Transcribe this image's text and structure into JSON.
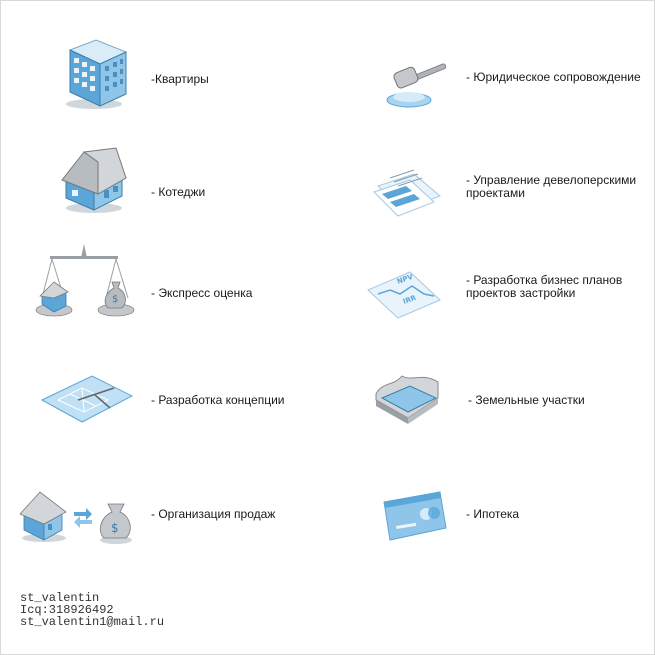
{
  "items": [
    {
      "label": "-Квартиры",
      "icon": "apartment-building-icon"
    },
    {
      "label": "- Юридическое сопровождение",
      "icon": "gavel-icon"
    },
    {
      "label": "- Котеджи",
      "icon": "cottage-house-icon"
    },
    {
      "label": "- Управление девелоперскими проектами",
      "icon": "documents-icon"
    },
    {
      "label": "- Экспресс оценка",
      "icon": "scales-icon"
    },
    {
      "label": "- Разработка бизнес планов проектов застройки",
      "icon": "npv-irr-chart-icon",
      "badge1": "NPV",
      "badge2": "IRR"
    },
    {
      "label": "- Разработка концепции",
      "icon": "blueprint-icon"
    },
    {
      "label": "- Земельные участки",
      "icon": "land-plot-icon"
    },
    {
      "label": "- Организация продаж",
      "icon": "house-money-exchange-icon"
    },
    {
      "label": "- Ипотека",
      "icon": "bank-card-icon"
    }
  ],
  "signature": {
    "name": "st_valentin",
    "icq": "Icq:318926492",
    "email": "st_valentin1@mail.ru"
  },
  "colors": {
    "icon_blue": "#5aa6d8",
    "icon_light_blue": "#bfe0f5",
    "icon_gray": "#9a9fa5",
    "text": "#1a1a1a"
  }
}
